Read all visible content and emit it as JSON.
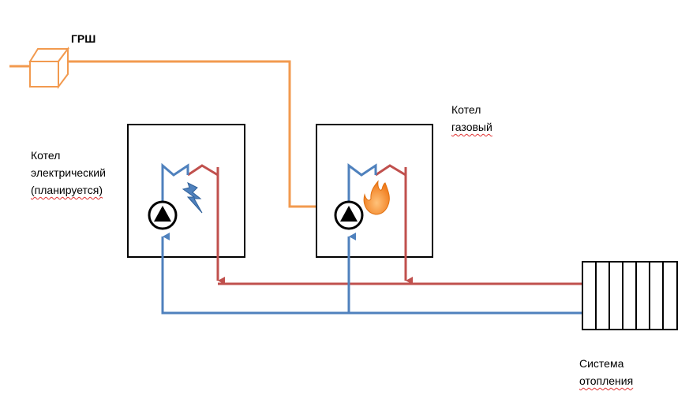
{
  "labels": {
    "grsh": "ГРШ",
    "electric_boiler": {
      "line1": "Котел",
      "line2": "электрический",
      "line3": "(планируется)"
    },
    "gas_boiler": {
      "line1": "Котел",
      "line2": "газовый"
    },
    "heating_system": {
      "line1": "Система",
      "line2": "отопления"
    }
  },
  "icons": {
    "electric_heat_source": "lightning-bolt-icon",
    "gas_heat_source": "flame-icon",
    "pump": "circulation-pump-icon"
  },
  "colors": {
    "gas_pipe": "#f29a4f",
    "supply_pipe": "#c0504d",
    "return_pipe": "#4f81bd",
    "bolt": "#4f81bd",
    "flame": "#f07a1a",
    "outline": "#000000"
  }
}
